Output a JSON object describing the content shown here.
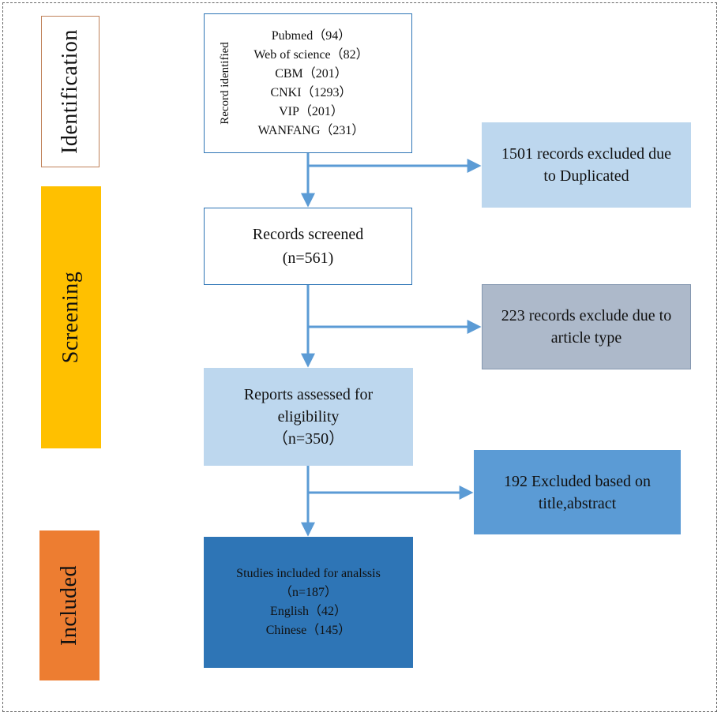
{
  "stages": {
    "identification": "Identification",
    "screening": "Screening",
    "included": "Included"
  },
  "identified": {
    "side_label": "Record identified",
    "sources": [
      "Pubmed（94）",
      "Web of science（82）",
      "CBM（201）",
      "CNKI（1293）",
      "VIP（201）",
      "WANFANG（231）"
    ]
  },
  "duplicates": {
    "lines": [
      "1501 records excluded due",
      "to Duplicated"
    ]
  },
  "screened": {
    "lines": [
      "Records screened",
      "(n=561)"
    ]
  },
  "article_type": {
    "lines": [
      "223 records exclude due to",
      "article type"
    ]
  },
  "assessed": {
    "lines": [
      "Reports assessed for",
      "eligibility",
      "（n=350）"
    ]
  },
  "excluded_title": {
    "lines": [
      "192 Excluded based on",
      "title,abstract"
    ]
  },
  "included": {
    "lines": [
      "Studies included for analssis",
      "（n=187）",
      "English（42）",
      "Chinese（145）"
    ]
  },
  "colors": {
    "arrow": "#5b9bd5",
    "screening_stage": "#ffc000",
    "included_stage": "#ed7d31",
    "light_blue_box": "#bdd7ee",
    "grey_blue_box": "#adb9ca",
    "mid_blue_box": "#5b9bd5",
    "dark_blue_box": "#2e75b6"
  }
}
